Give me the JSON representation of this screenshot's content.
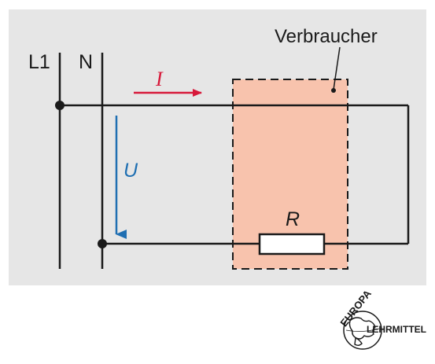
{
  "diagram": {
    "labels": {
      "phase": "L1",
      "neutral": "N",
      "consumer": "Verbraucher",
      "current": "I",
      "voltage": "U",
      "resistor": "R"
    },
    "logo": {
      "word_top": "EUROPA",
      "word_right": "LEHRMITTEL"
    },
    "colors": {
      "background": "#e6e6e6",
      "consumer_fill": "#f8c3ad",
      "current_arrow": "#d7193a",
      "voltage_arrow": "#1f6fb2",
      "wire": "#1a1a1a"
    }
  }
}
